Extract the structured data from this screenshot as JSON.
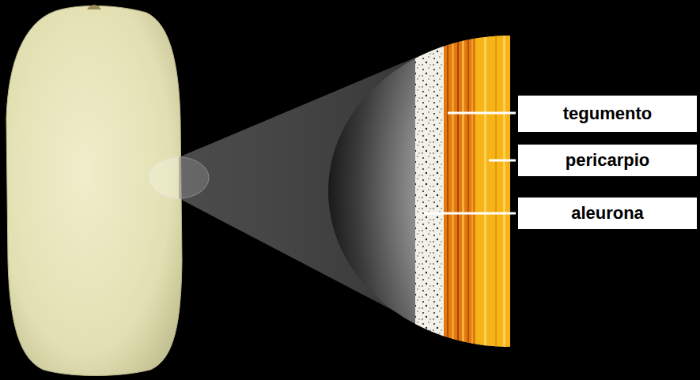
{
  "diagram": {
    "nodes": [
      {
        "text": [
          "tegumento"
        ]
      },
      {
        "text": [
          "pericarpio"
        ]
      },
      {
        "text": [
          "aleurona"
        ]
      }
    ]
  }
}
